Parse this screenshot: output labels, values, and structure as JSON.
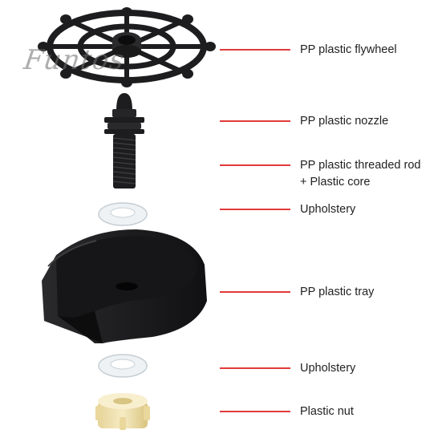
{
  "watermark": "Funtos",
  "colors": {
    "leader_line": "#e23a3a",
    "label_text": "#222222",
    "part_black": "#1d1d1f",
    "washer": "#dfe6ea",
    "nut": "#efe0b0"
  },
  "parts": [
    {
      "id": "flywheel",
      "label": "PP plastic flywheel"
    },
    {
      "id": "nozzle",
      "label": "PP plastic nozzle"
    },
    {
      "id": "rod",
      "label": "PP plastic threaded rod",
      "label_line2": "+ Plastic core"
    },
    {
      "id": "upholstery-top",
      "label": "Upholstery"
    },
    {
      "id": "tray",
      "label": "PP plastic tray"
    },
    {
      "id": "upholstery-bottom",
      "label": "Upholstery"
    },
    {
      "id": "nut",
      "label": "Plastic nut"
    }
  ]
}
